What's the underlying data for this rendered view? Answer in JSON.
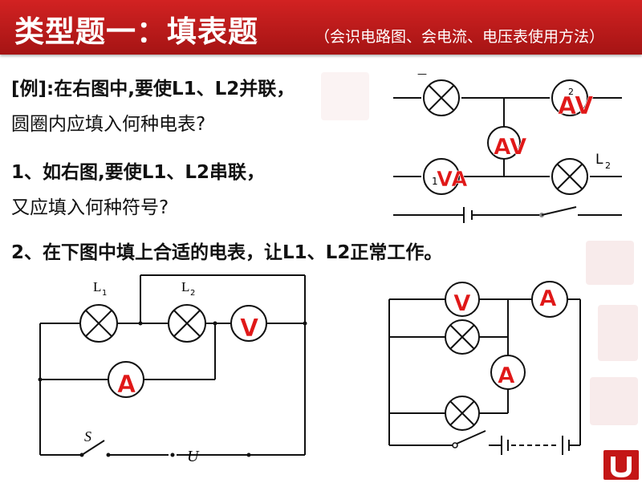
{
  "header": {
    "title": "类型题一：填表题",
    "subtitle": "（会识电路图、会电流、电压表使用方法）"
  },
  "example": {
    "line1": "[例]:在右图中,要使L1、L2并联，",
    "line2": "圆圈内应填入何种电表?"
  },
  "question1": {
    "line1": "1、如右图,要使L1、L2串联，",
    "line2": "又应填入何种符号?"
  },
  "question2": {
    "line1": "2、在下图中填上合适的电表，让L1、L2正常工作。"
  },
  "circuit_top": {
    "label_l1_mark": "1",
    "label_l2": "L",
    "label_l2_sub": "2",
    "lamp_top_right_mark": "2",
    "meter_top_right": "AV",
    "meter_middle": "AV",
    "meter_bottom_left": "VA"
  },
  "circuit_left": {
    "lamp_l1": "L",
    "lamp_l1_sub": "1",
    "lamp_l2": "L",
    "lamp_l2_sub": "2",
    "switch": "S",
    "source": "U",
    "meter_right": "V",
    "meter_bottom": "A"
  },
  "circuit_right": {
    "meter_top_left": "V",
    "meter_top_right": "A",
    "meter_middle": "A"
  },
  "colors": {
    "header": "#c41616",
    "answer": "#e01818"
  }
}
